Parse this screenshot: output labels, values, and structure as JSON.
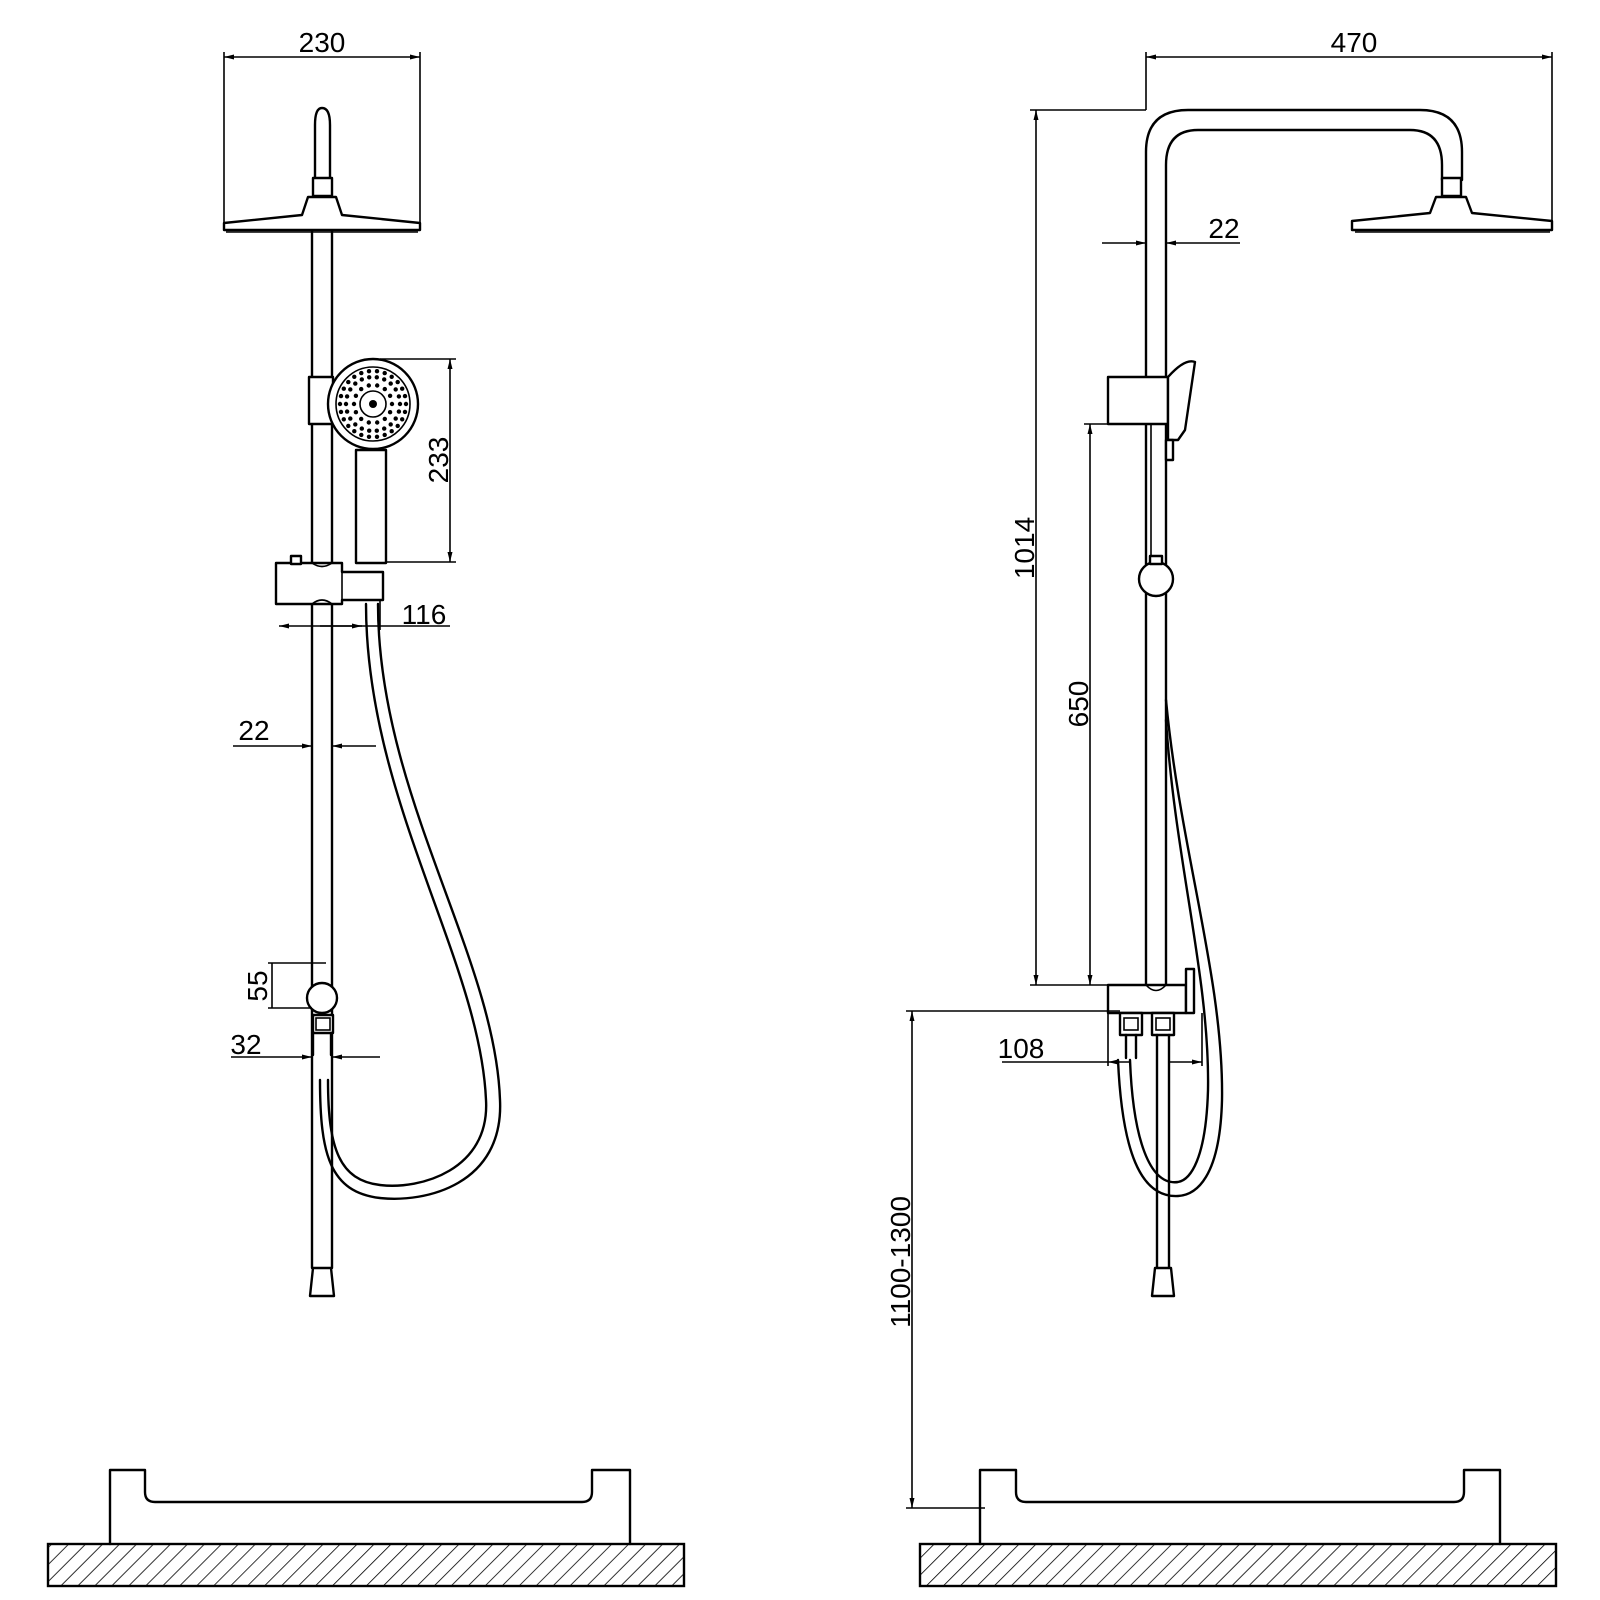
{
  "colors": {
    "line": "#000000",
    "background": "#ffffff"
  },
  "front_view": {
    "dims": {
      "head_width": "230",
      "hand_shower_height": "233",
      "bracket_offset": "116",
      "rail_diameter": "22",
      "diverter_height": "55",
      "diverter_width": "32"
    }
  },
  "side_view": {
    "dims": {
      "arm_reach": "470",
      "rail_diameter": "22",
      "total_height": "1014",
      "rail_height": "650",
      "outlet_centres": "108",
      "install_height": "1100-1300"
    }
  }
}
